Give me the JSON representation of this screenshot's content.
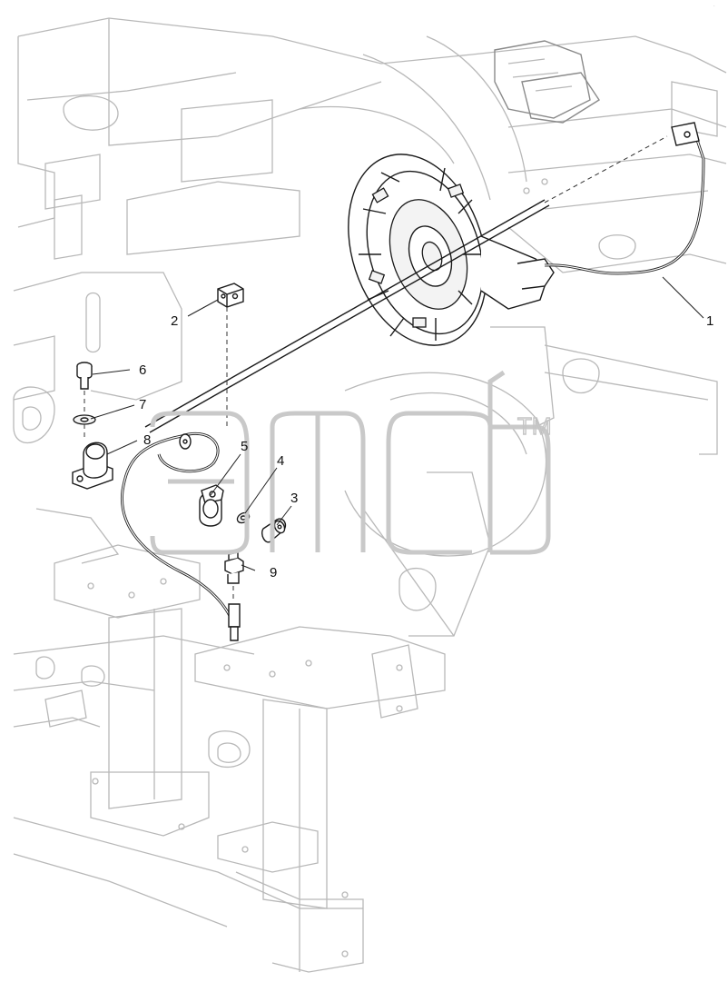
{
  "diagram": {
    "watermark_tm": "TM",
    "corner_mark": "·",
    "callouts": [
      {
        "id": "1",
        "label": "1"
      },
      {
        "id": "2",
        "label": "2"
      },
      {
        "id": "3",
        "label": "3"
      },
      {
        "id": "4",
        "label": "4"
      },
      {
        "id": "5",
        "label": "5"
      },
      {
        "id": "6",
        "label": "6"
      },
      {
        "id": "7",
        "label": "7"
      },
      {
        "id": "8",
        "label": "8"
      },
      {
        "id": "9",
        "label": "9"
      }
    ],
    "colors": {
      "line": "#1a1a1a",
      "frame": "#b8b8b8",
      "watermark": "#c9c9c9"
    }
  }
}
